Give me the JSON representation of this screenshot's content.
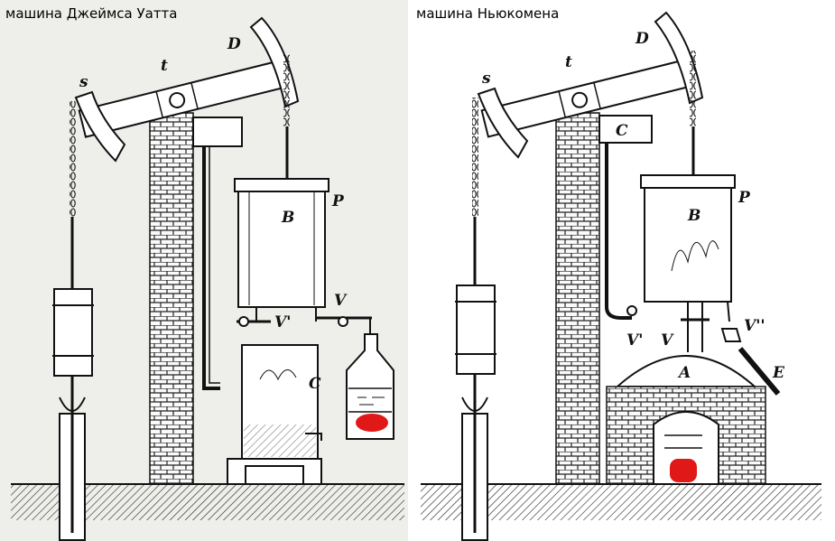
{
  "titles": {
    "watt": "машина Джеймса Уатта",
    "newcomen": "машина Ньюкомена"
  },
  "watt_labels": {
    "s": "s",
    "t": "t",
    "D": "D",
    "B": "B",
    "P": "P",
    "V": "V",
    "V1": "V'",
    "C": "C"
  },
  "newcomen_labels": {
    "s": "s",
    "t": "t",
    "D": "D",
    "C": "C",
    "B": "B",
    "P": "P",
    "V1": "V'",
    "V": "V",
    "V2": "V''",
    "A": "A",
    "E": "E"
  },
  "colors": {
    "ink": "#111111",
    "flame": "#e01818",
    "left_background": "#eeeeea",
    "right_background": "#ffffff"
  }
}
